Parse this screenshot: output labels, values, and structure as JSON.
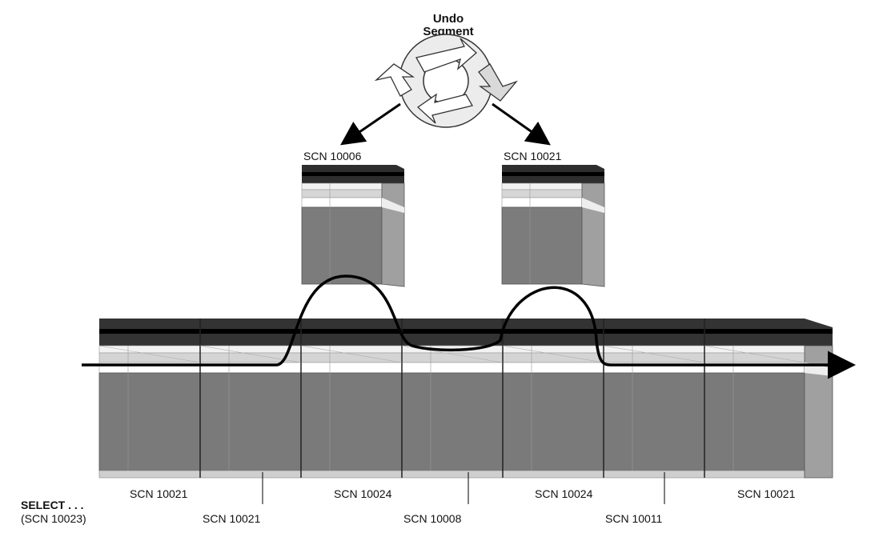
{
  "undo_segment": {
    "line1": "Undo",
    "line2": "Segment"
  },
  "undo_blocks": [
    {
      "scn": "SCN 10006"
    },
    {
      "scn": "SCN 10021"
    }
  ],
  "timeline_labels": [
    "SCN 10021",
    "SCN 10021",
    "SCN 10024",
    "SCN 10008",
    "SCN 10024",
    "SCN 10011",
    "SCN 10021"
  ],
  "query": {
    "line1": "SELECT . . .",
    "line2": "(SCN 10023)"
  },
  "colors": {
    "block_dark_top": "#3a3a3a",
    "block_body": "#7a7a7a",
    "block_side": "#9a9a9a",
    "block_light": "#d8d8d8",
    "line": "#000000"
  }
}
